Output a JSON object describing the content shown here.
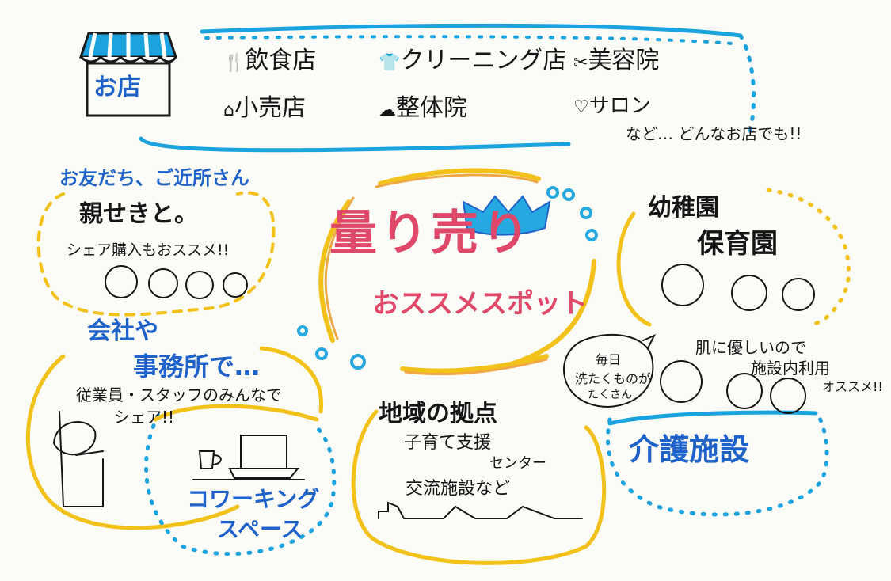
{
  "colors": {
    "blue": "#1f62c9",
    "cyan": "#1aa3df",
    "yellow": "#f3c21a",
    "pink": "#e0486a",
    "orange": "#f0a845",
    "ink": "#151515"
  },
  "center": {
    "title": "量り売り",
    "subtitle": "おススメスポット"
  },
  "shops": {
    "label": "お店",
    "items": [
      {
        "icon": "fork-spoon-icon",
        "text": "飲食店"
      },
      {
        "icon": "shirt-icon",
        "text": "クリーニング店"
      },
      {
        "icon": "scissors-icon",
        "text": "美容院"
      },
      {
        "icon": "shop-counter-icon",
        "text": "小売店"
      },
      {
        "icon": "massage-icon",
        "text": "整体院"
      },
      {
        "icon": "heart-icon",
        "text": "サロン"
      }
    ],
    "note": "など… どんなお店でも!!"
  },
  "friends": {
    "line1": "お友だち、ご近所さん",
    "line2": "親せきと。",
    "note": "シェア購入もおススメ!!"
  },
  "company": {
    "line1": "会社や",
    "line2": "事務所で…",
    "note1": "従業員・スタッフのみんなで",
    "note2": "シェア!!"
  },
  "coworking": {
    "line1": "コワーキング",
    "line2": "スペース"
  },
  "community": {
    "title": "地域の拠点",
    "item1": "子育て支援",
    "item1b": "センター",
    "item2": "交流施設など"
  },
  "kinder": {
    "line1": "幼稚園",
    "line2": "保育園"
  },
  "care": {
    "title": "介護施設",
    "bubble1": "毎日",
    "bubble2": "洗たくものが",
    "bubble3": "たくさん",
    "note1": "肌に優しいので",
    "note2": "施設内利用",
    "note3": "オススメ!!"
  }
}
